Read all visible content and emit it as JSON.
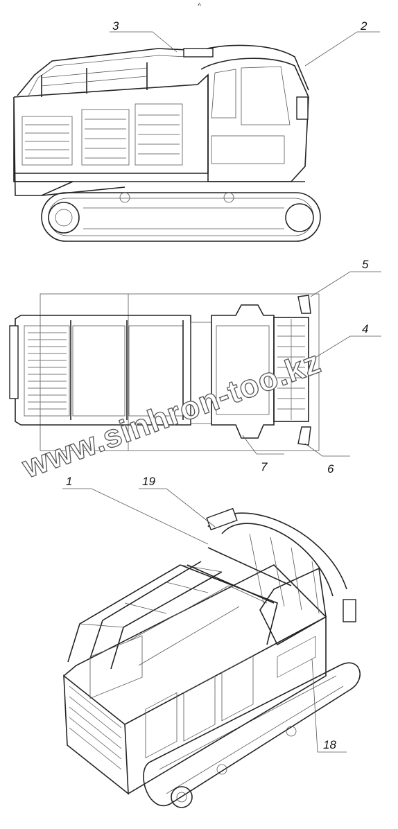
{
  "drawing": {
    "top_mark": "^",
    "callouts": {
      "c1": "1",
      "c2": "2",
      "c3": "3",
      "c4": "4",
      "c5": "5",
      "c6": "6",
      "c7": "7",
      "c18": "18",
      "c19": "19"
    },
    "watermark": "www.sinhron-too.kz"
  }
}
